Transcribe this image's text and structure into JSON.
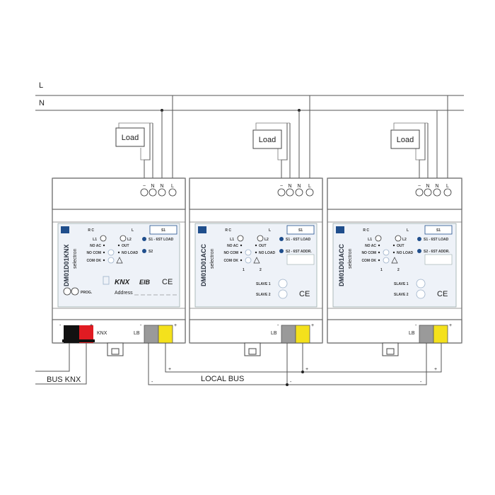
{
  "lines": {
    "l_label": "L",
    "n_label": "N"
  },
  "load_label": "Load",
  "terminal_labels": [
    "~",
    "N",
    "N",
    "L"
  ],
  "modules": [
    {
      "model": "DM01D01KNX",
      "brand": "selectron",
      "rows": {
        "rc": "R C",
        "l1": "L1",
        "l_right": "L",
        "l2": "L2",
        "no_ac": "NO AC",
        "out": "OUT",
        "no_com": "NO COM",
        "no_load": "NO LOAD",
        "com_ok": "COM OK"
      },
      "s1_label": "S1",
      "s1_text": "S1 - 6ST LOAD",
      "s2_label": "S2",
      "knx_logo": "KNX",
      "eib_logo": "EIB",
      "ce": "CE",
      "prog_label": "PROG.",
      "address_label": "Address",
      "bus_label": "KNX"
    },
    {
      "model": "DM01D01ACC",
      "brand": "selectron",
      "rows": {
        "rc": "R C",
        "l1": "L1",
        "l_right": "L",
        "l2": "L2",
        "no_ac": "NO AC",
        "out": "OUT",
        "no_com": "NO COM",
        "no_load": "NO LOAD",
        "com_ok": "COM OK"
      },
      "s1_label": "S1",
      "s1_text": "S1 - 6ST LOAD",
      "s2_text": "S2 - 6ST ADDR.",
      "slave1": "SLAVE 1",
      "slave2": "SLAVE 2",
      "num1": "1",
      "num2": "2",
      "ce": "CE",
      "bus_label": "LB"
    },
    {
      "model": "DM01D01ACC",
      "brand": "selectron",
      "rows": {
        "rc": "R C",
        "l1": "L1",
        "l_right": "L",
        "l2": "L2",
        "no_ac": "NO AC",
        "out": "OUT",
        "no_com": "NO COM",
        "no_load": "NO LOAD",
        "com_ok": "COM OK"
      },
      "s1_label": "S1",
      "s1_text": "S1 - 6ST LOAD",
      "s2_text": "S2 - 6ST ADDR.",
      "slave1": "SLAVE 1",
      "slave2": "SLAVE 2",
      "num1": "1",
      "num2": "2",
      "ce": "CE",
      "bus_label": "LB"
    }
  ],
  "first_lb_label": "LB",
  "polarity": {
    "minus": "-",
    "plus": "+"
  },
  "bus_knx_label": "BUS KNX",
  "local_bus_label": "LOCAL BUS",
  "colors": {
    "knx_red": "#e01b22",
    "knx_black": "#111111",
    "lb_grey": "#9a9a9a",
    "lb_yellow": "#f4e11c",
    "brand_blue": "#1f4e8c"
  }
}
